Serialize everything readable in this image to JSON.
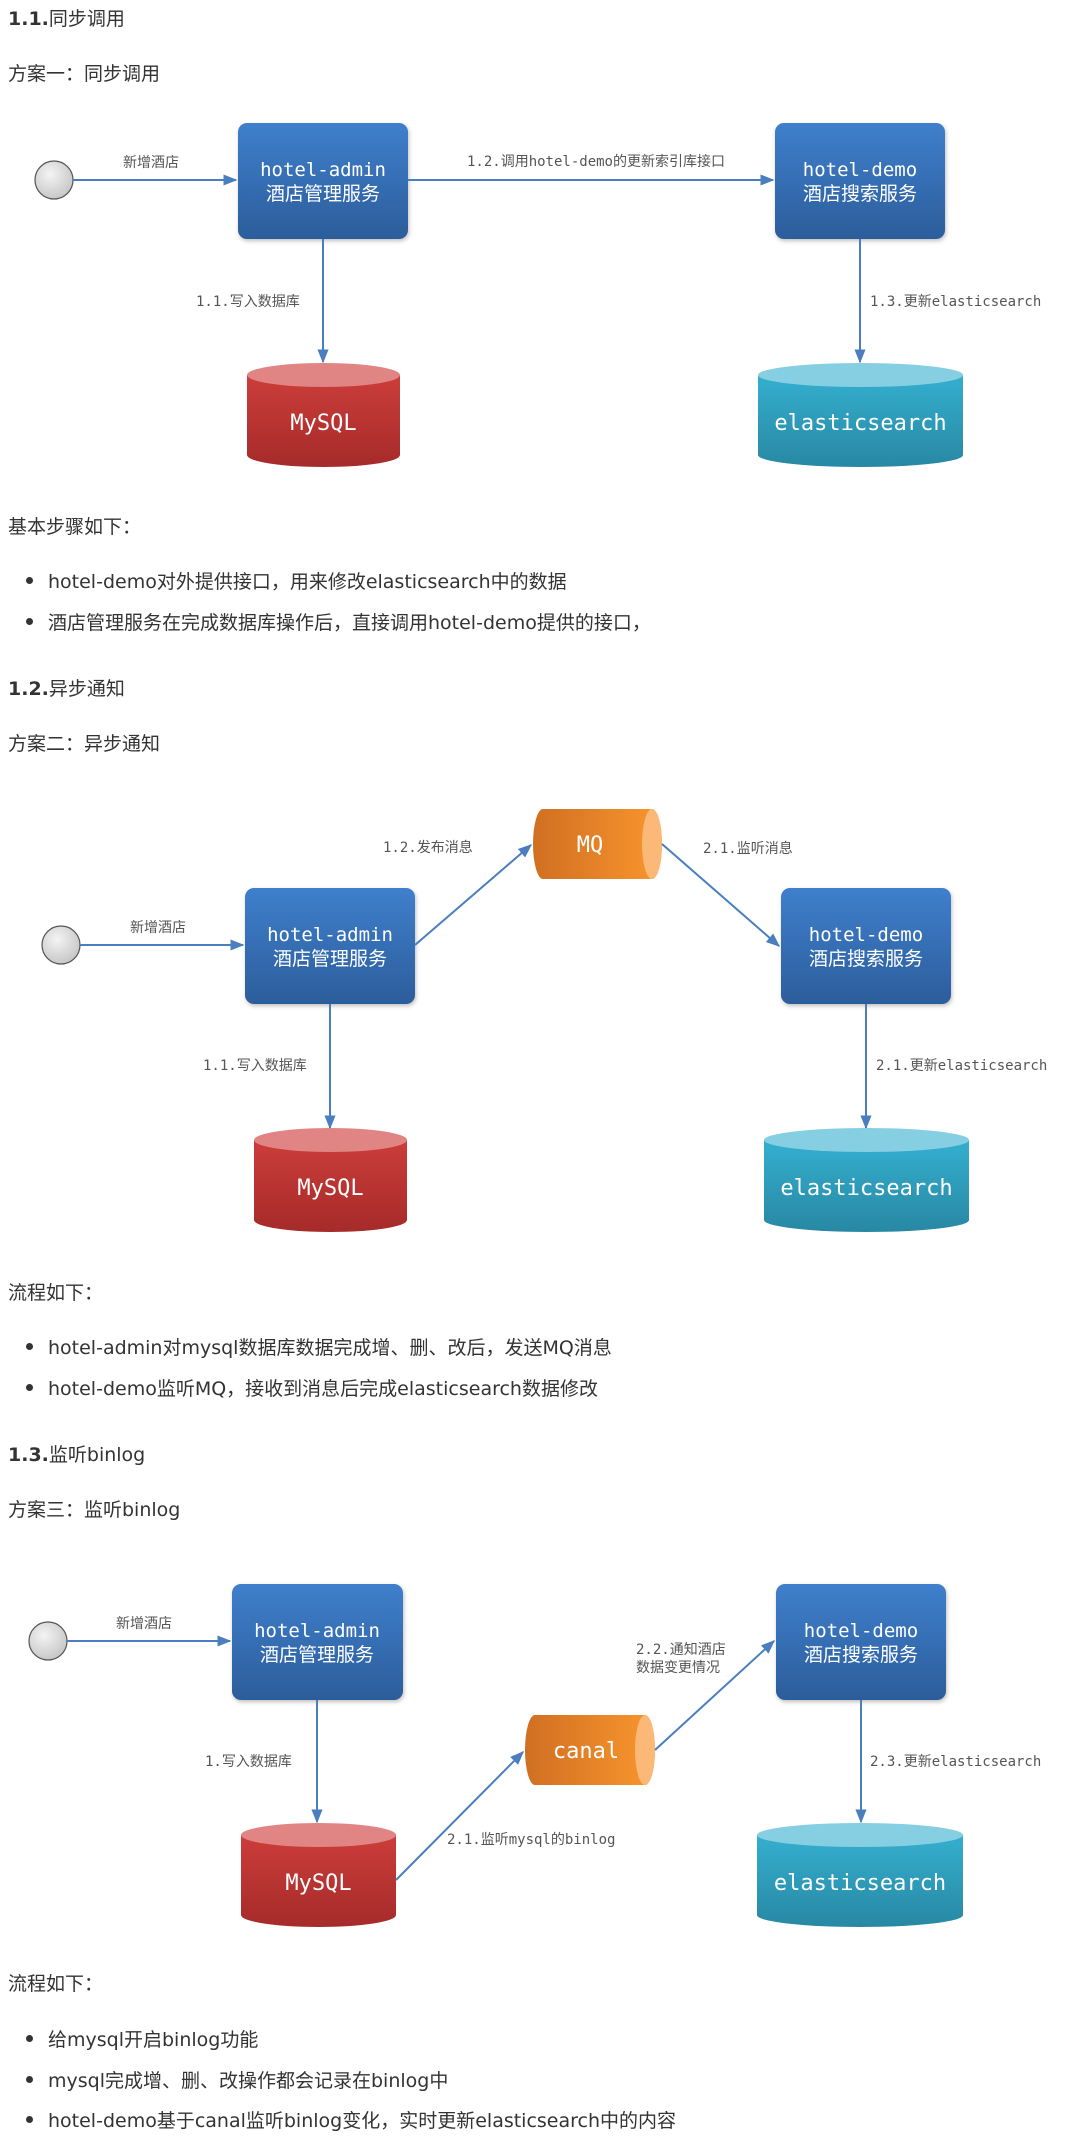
{
  "section1": {
    "heading_num": "1.1.",
    "heading_text": "同步调用",
    "plan": "方案一：同步调用",
    "diagram": {
      "start_label": "新增酒店",
      "admin_name": "hotel-admin",
      "admin_desc": "酒店管理服务",
      "demo_name": "hotel-demo",
      "demo_desc": "酒店搜索服务",
      "edge_write_db": "1.1.写入数据库",
      "edge_call_demo": "1.2.调用hotel-demo的更新索引库接口",
      "edge_update_es": "1.3.更新elasticsearch",
      "db_label": "MySQL",
      "es_label": "elasticsearch"
    },
    "steps_title": "基本步骤如下：",
    "steps": [
      "hotel-demo对外提供接口，用来修改elasticsearch中的数据",
      "酒店管理服务在完成数据库操作后，直接调用hotel-demo提供的接口，"
    ]
  },
  "section2": {
    "heading_num": "1.2.",
    "heading_text": "异步通知",
    "plan": "方案二：异步通知",
    "diagram": {
      "start_label": "新增酒店",
      "admin_name": "hotel-admin",
      "admin_desc": "酒店管理服务",
      "demo_name": "hotel-demo",
      "demo_desc": "酒店搜索服务",
      "edge_write_db": "1.1.写入数据库",
      "edge_publish": "1.2.发布消息",
      "edge_listen": "2.1.监听消息",
      "edge_update_es": "2.1.更新elasticsearch",
      "mq_label": "MQ",
      "db_label": "MySQL",
      "es_label": "elasticsearch"
    },
    "steps_title": "流程如下：",
    "steps": [
      "hotel-admin对mysql数据库数据完成增、删、改后，发送MQ消息",
      "hotel-demo监听MQ，接收到消息后完成elasticsearch数据修改"
    ]
  },
  "section3": {
    "heading_num": "1.3.",
    "heading_text": "监听binlog",
    "plan": "方案三：监听binlog",
    "diagram": {
      "start_label": "新增酒店",
      "admin_name": "hotel-admin",
      "admin_desc": "酒店管理服务",
      "demo_name": "hotel-demo",
      "demo_desc": "酒店搜索服务",
      "edge_write_db": "1.写入数据库",
      "edge_binlog": "2.1.监听mysql的binlog",
      "edge_notify_1": "2.2.通知酒店",
      "edge_notify_2": "数据变更情况",
      "edge_update_es": "2.3.更新elasticsearch",
      "canal_label": "canal",
      "db_label": "MySQL",
      "es_label": "elasticsearch"
    },
    "steps_title": "流程如下：",
    "steps": [
      "给mysql开启binlog功能",
      "mysql完成增、删、改操作都会记录在binlog中",
      "hotel-demo基于canal监听binlog变化，实时更新elasticsearch中的内容"
    ]
  },
  "colors": {
    "service_box_top": "#3d7cc9",
    "service_box_bottom": "#2d5f9e",
    "arrow": "#4a7ebf",
    "mysql_top": "#e08585",
    "mysql_body": "#c43a3a",
    "es_top": "#85cfe3",
    "es_body": "#2fa6c4",
    "mq_body": "#f08a2a",
    "mq_cap": "#fbb877"
  }
}
